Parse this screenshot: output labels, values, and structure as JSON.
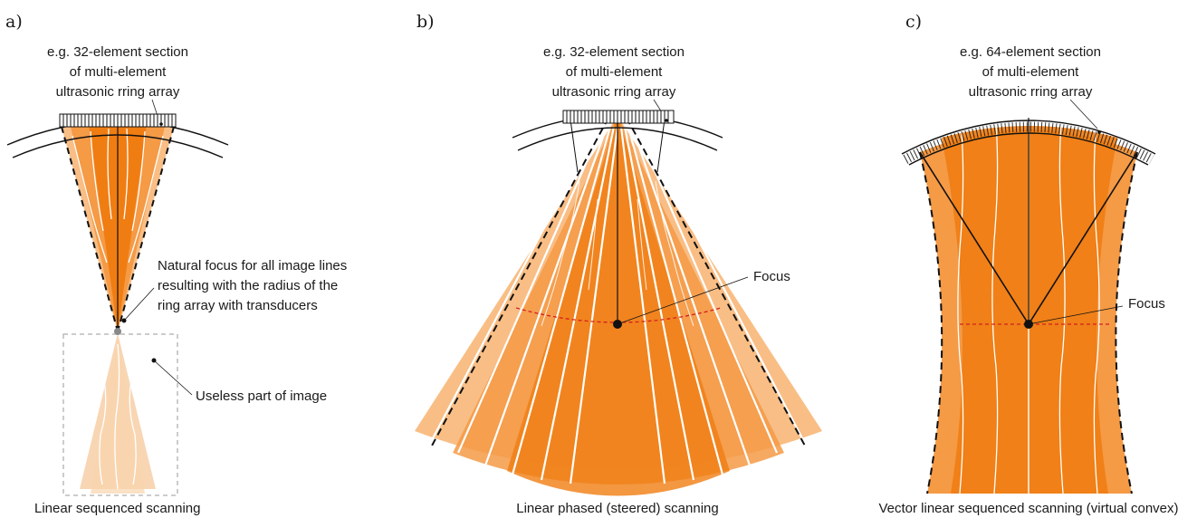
{
  "panels": [
    {
      "id": "a",
      "letter": "a)",
      "array_label": [
        "e.g. 32-element section",
        "of multi-element",
        "ultrasonic rring array"
      ],
      "annotations": [
        {
          "lines": [
            "Natural focus for all image lines",
            "resulting with the radius of the",
            "ring array with transducers"
          ]
        },
        {
          "lines": [
            "Useless part of image"
          ]
        }
      ],
      "caption": "Linear sequenced scanning"
    },
    {
      "id": "b",
      "letter": "b)",
      "array_label": [
        "e.g. 32-element section",
        "of multi-element",
        "ultrasonic rring array"
      ],
      "annotations": [
        {
          "lines": [
            "Focus"
          ]
        }
      ],
      "caption": "Linear phased (steered) scanning"
    },
    {
      "id": "c",
      "letter": "c)",
      "array_label": [
        "e.g. 64-element section",
        "of multi-element",
        "ultrasonic rring array"
      ],
      "annotations": [
        {
          "lines": [
            "Focus"
          ]
        }
      ],
      "caption": "Vector linear sequenced scanning (virtual convex)"
    }
  ],
  "colors": {
    "beam_dark": "#f07d12",
    "beam_mid": "#f59a45",
    "beam_light": "#f9be85",
    "ghost": "#f6c89b",
    "focus_line": "#d4201f"
  }
}
